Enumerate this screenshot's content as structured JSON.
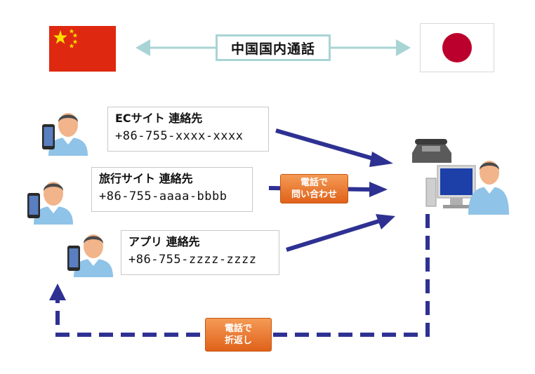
{
  "header": {
    "title": "中国国内通話"
  },
  "flags": [
    {
      "country": "China",
      "colors": {
        "field": "#de2910",
        "star": "#ffde00"
      }
    },
    {
      "country": "Japan",
      "colors": {
        "field": "#ffffff",
        "disc": "#bc002d"
      }
    }
  ],
  "contacts": [
    {
      "name": "ECサイト 連絡先",
      "number": "+86-755-xxxx-xxxx"
    },
    {
      "name": "旅行サイト 連絡先",
      "number": "+86-755-aaaa-bbbb"
    },
    {
      "name": "アプリ 連絡先",
      "number": "+86-755-zzzz-zzzz"
    }
  ],
  "badges": {
    "inquiry": {
      "line1": "電話で",
      "line2": "問い合わせ"
    },
    "callback": {
      "line1": "電話で",
      "line2": "折返し"
    }
  },
  "colors": {
    "arrow": "#2e3192",
    "connector": "#a9d4d6",
    "badge": "#e8742d"
  },
  "icons": {
    "user": "person-with-smartphone-icon",
    "operator": "operator-with-phone-and-monitor-icon"
  }
}
